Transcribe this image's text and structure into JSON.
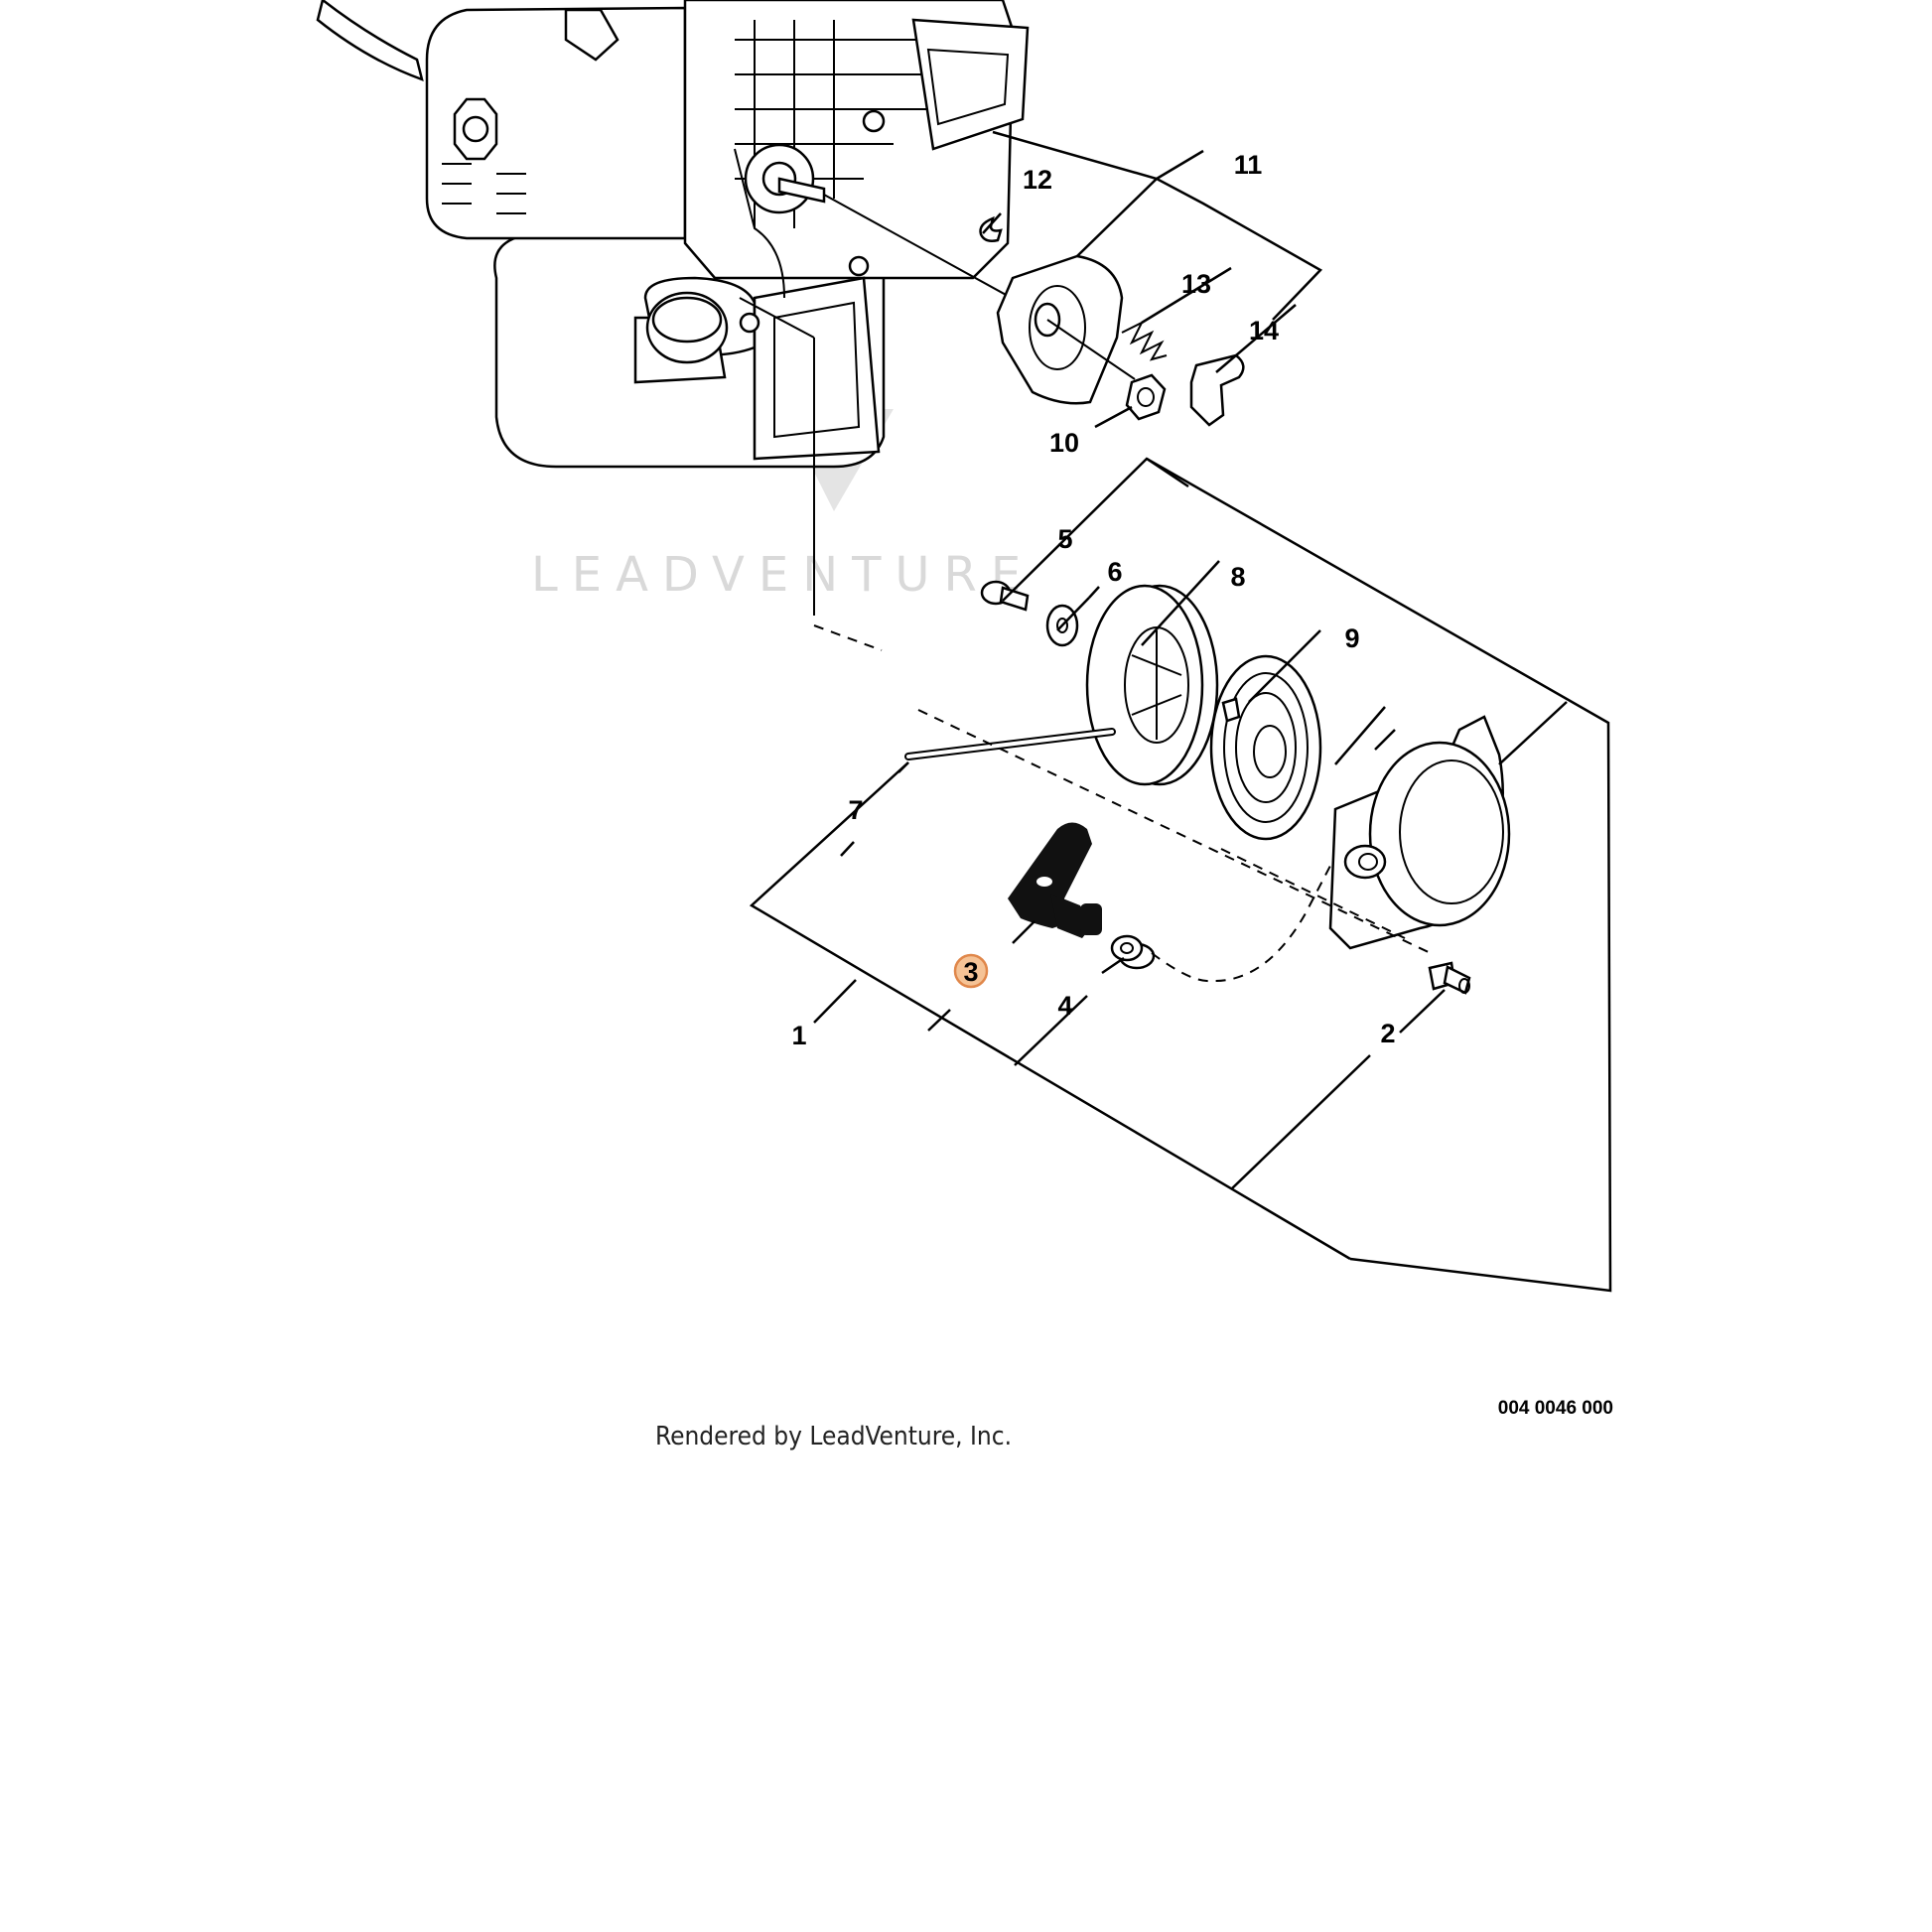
{
  "diagram": {
    "watermark": "LEADVENTURE",
    "credit": "Rendered by LeadVenture, Inc.",
    "drawing_number": "004 0046 000",
    "callouts": [
      {
        "id": "1",
        "label": "1",
        "highlighted": false
      },
      {
        "id": "2",
        "label": "2",
        "highlighted": false
      },
      {
        "id": "3",
        "label": "3",
        "highlighted": true
      },
      {
        "id": "4",
        "label": "4",
        "highlighted": false
      },
      {
        "id": "5",
        "label": "5",
        "highlighted": false
      },
      {
        "id": "6",
        "label": "6",
        "highlighted": false
      },
      {
        "id": "7",
        "label": "7",
        "highlighted": false
      },
      {
        "id": "8",
        "label": "8",
        "highlighted": false
      },
      {
        "id": "9",
        "label": "9",
        "highlighted": false
      },
      {
        "id": "10",
        "label": "10",
        "highlighted": false
      },
      {
        "id": "11",
        "label": "11",
        "highlighted": false
      },
      {
        "id": "12",
        "label": "12",
        "highlighted": false
      },
      {
        "id": "13",
        "label": "13",
        "highlighted": false
      },
      {
        "id": "14",
        "label": "14",
        "highlighted": false
      }
    ],
    "colors": {
      "line": "#000000",
      "highlight_fill": "#f5c396",
      "highlight_stroke": "#e0874a",
      "watermark": "#d9d9d9"
    }
  }
}
